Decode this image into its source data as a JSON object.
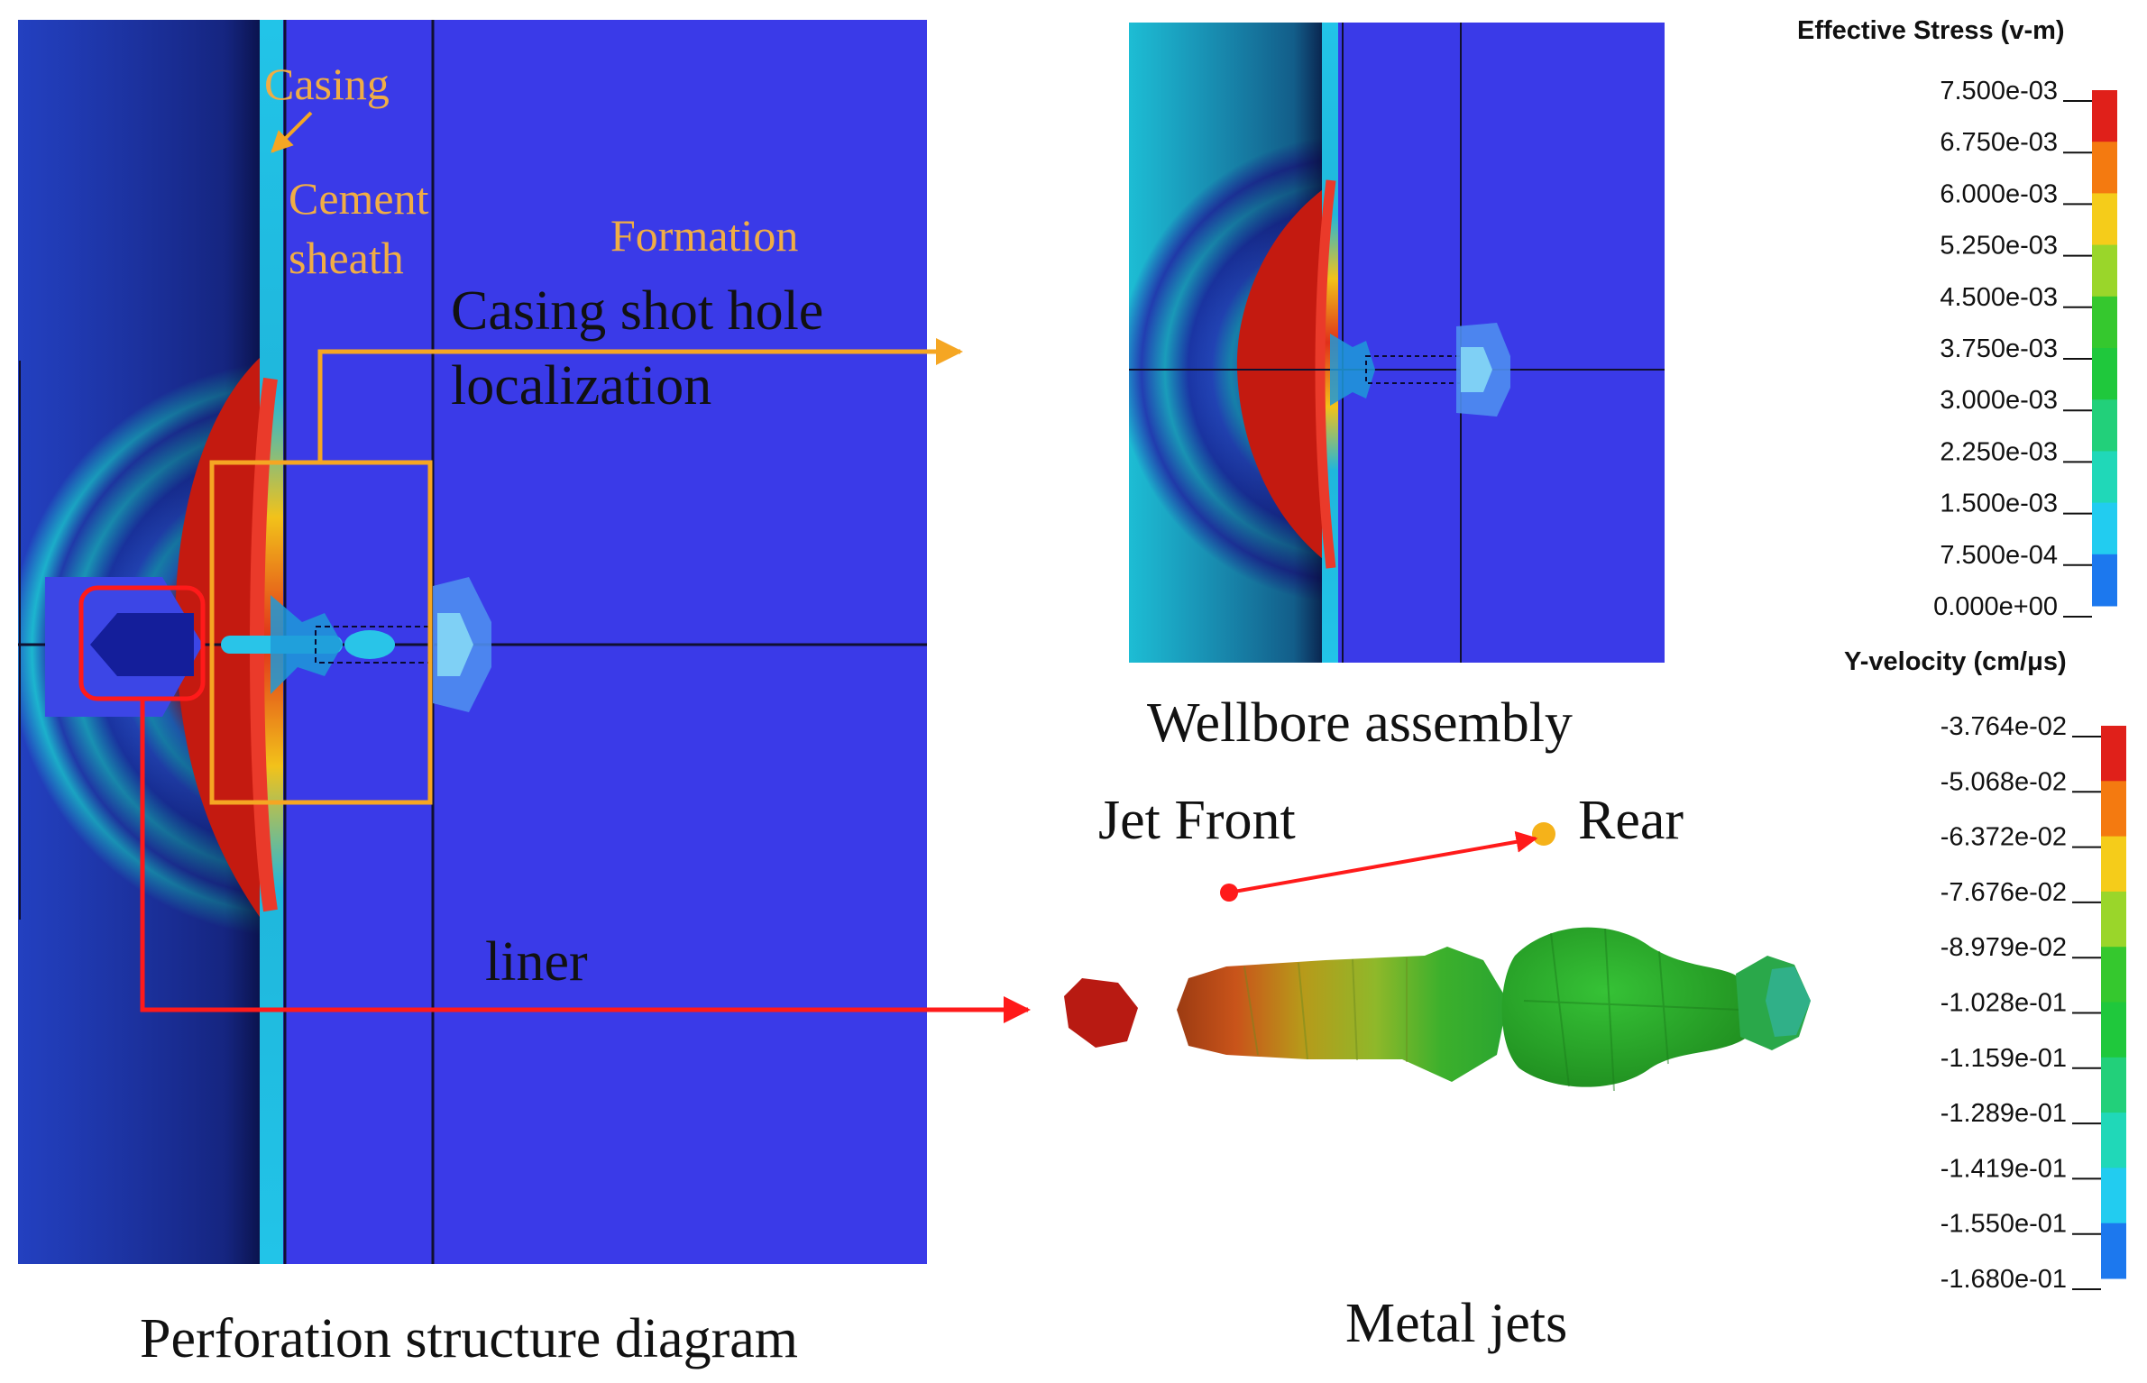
{
  "panels": {
    "perforation": {
      "caption": "Perforation structure diagram",
      "labels": {
        "casing": "Casing",
        "cement_line1": "Cement",
        "cement_line2": "sheath",
        "formation": "Formation",
        "shot_hole_line1": "Casing  shot  hole",
        "shot_hole_line2": "localization",
        "liner": "liner"
      }
    },
    "wellbore": {
      "caption": "Wellbore assembly"
    },
    "jets": {
      "caption": "Metal jets",
      "front_label": "Jet Front",
      "rear_label": "Rear"
    }
  },
  "legends": {
    "stress": {
      "title": "Effective Stress (v-m)",
      "ticks": [
        "7.500e-03",
        "6.750e-03",
        "6.000e-03",
        "5.250e-03",
        "4.500e-03",
        "3.750e-03",
        "3.000e-03",
        "2.250e-03",
        "1.500e-03",
        "7.500e-04",
        "0.000e+00"
      ],
      "colors": [
        "#e0201a",
        "#f47a10",
        "#f5cc1a",
        "#9ad62a",
        "#35c82e",
        "#1fc83c",
        "#22d07a",
        "#20d8b8",
        "#22ccf0",
        "#1c78ee",
        "#1010d8"
      ]
    },
    "velocity": {
      "title": "Y-velocity (cm/μs)",
      "ticks": [
        "-3.764e-02",
        "-5.068e-02",
        "-6.372e-02",
        "-7.676e-02",
        "-8.979e-02",
        "-1.028e-01",
        "-1.159e-01",
        "-1.289e-01",
        "-1.419e-01",
        "-1.550e-01",
        "-1.680e-01"
      ],
      "colors": [
        "#e0201a",
        "#f47a10",
        "#f5cc1a",
        "#9ad62a",
        "#35c82e",
        "#1fc83c",
        "#22d07a",
        "#20d8b8",
        "#22ccf0",
        "#1c78ee",
        "#1010d8"
      ]
    }
  },
  "colors": {
    "formation_blue": "#3a3ae8",
    "stress_red": "#c81a12",
    "annotation_orange": "#f5a623",
    "annotation_label": "#f0ad45",
    "callout_red": "#ff1a1a"
  }
}
